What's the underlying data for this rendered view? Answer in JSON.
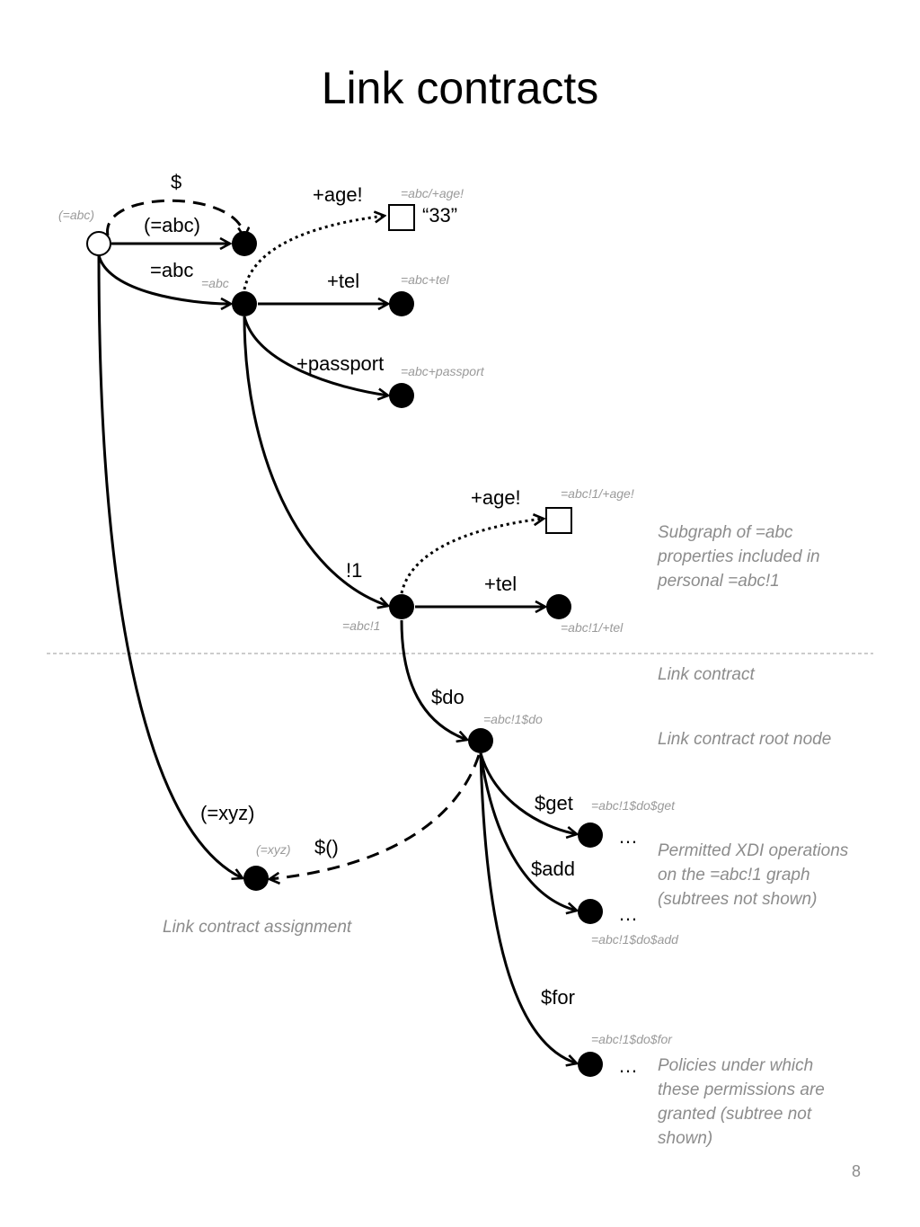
{
  "title": "Link contracts",
  "page_number": "8",
  "edge_labels": {
    "dollar": "$",
    "paren_abc": "(=abc)",
    "abc": "=abc",
    "age": "+age!",
    "tel": "+tel",
    "passport": "+passport",
    "age2": "+age!",
    "one": "!1",
    "tel2": "+tel",
    "do": "$do",
    "get": "$get",
    "add": "$add",
    "for": "$for",
    "paren_xyz": "(=xyz)",
    "dollar_paren": "$()"
  },
  "node_annotations": {
    "root": "(=abc)",
    "abc": "=abc",
    "abc_age": "=abc/+age!",
    "abc_tel": "=abc+tel",
    "abc_passport": "=abc+passport",
    "abc1_age": "=abc!1/+age!",
    "abc1": "=abc!1",
    "abc1_tel": "=abc!1/+tel",
    "abc1_do": "=abc!1$do",
    "abc1_do_get": "=abc!1$do$get",
    "abc1_do_add": "=abc!1$do$add",
    "abc1_do_for": "=abc!1$do$for",
    "xyz": "(=xyz)"
  },
  "literal_value": "“33”",
  "ellipsis": {
    "get": "…",
    "add": "…",
    "for": "…"
  },
  "notes": {
    "subgraph": [
      "Subgraph of =abc",
      "properties included in",
      "personal =abc!1"
    ],
    "link_contract": "Link contract",
    "root_node": "Link contract root node",
    "permitted": [
      "Permitted XDI operations",
      "on the =abc!1 graph",
      "(subtrees not shown)"
    ],
    "assignment": "Link contract assignment",
    "policies": [
      "Policies under which",
      "these permissions are",
      "granted (subtree not",
      "shown)"
    ]
  }
}
